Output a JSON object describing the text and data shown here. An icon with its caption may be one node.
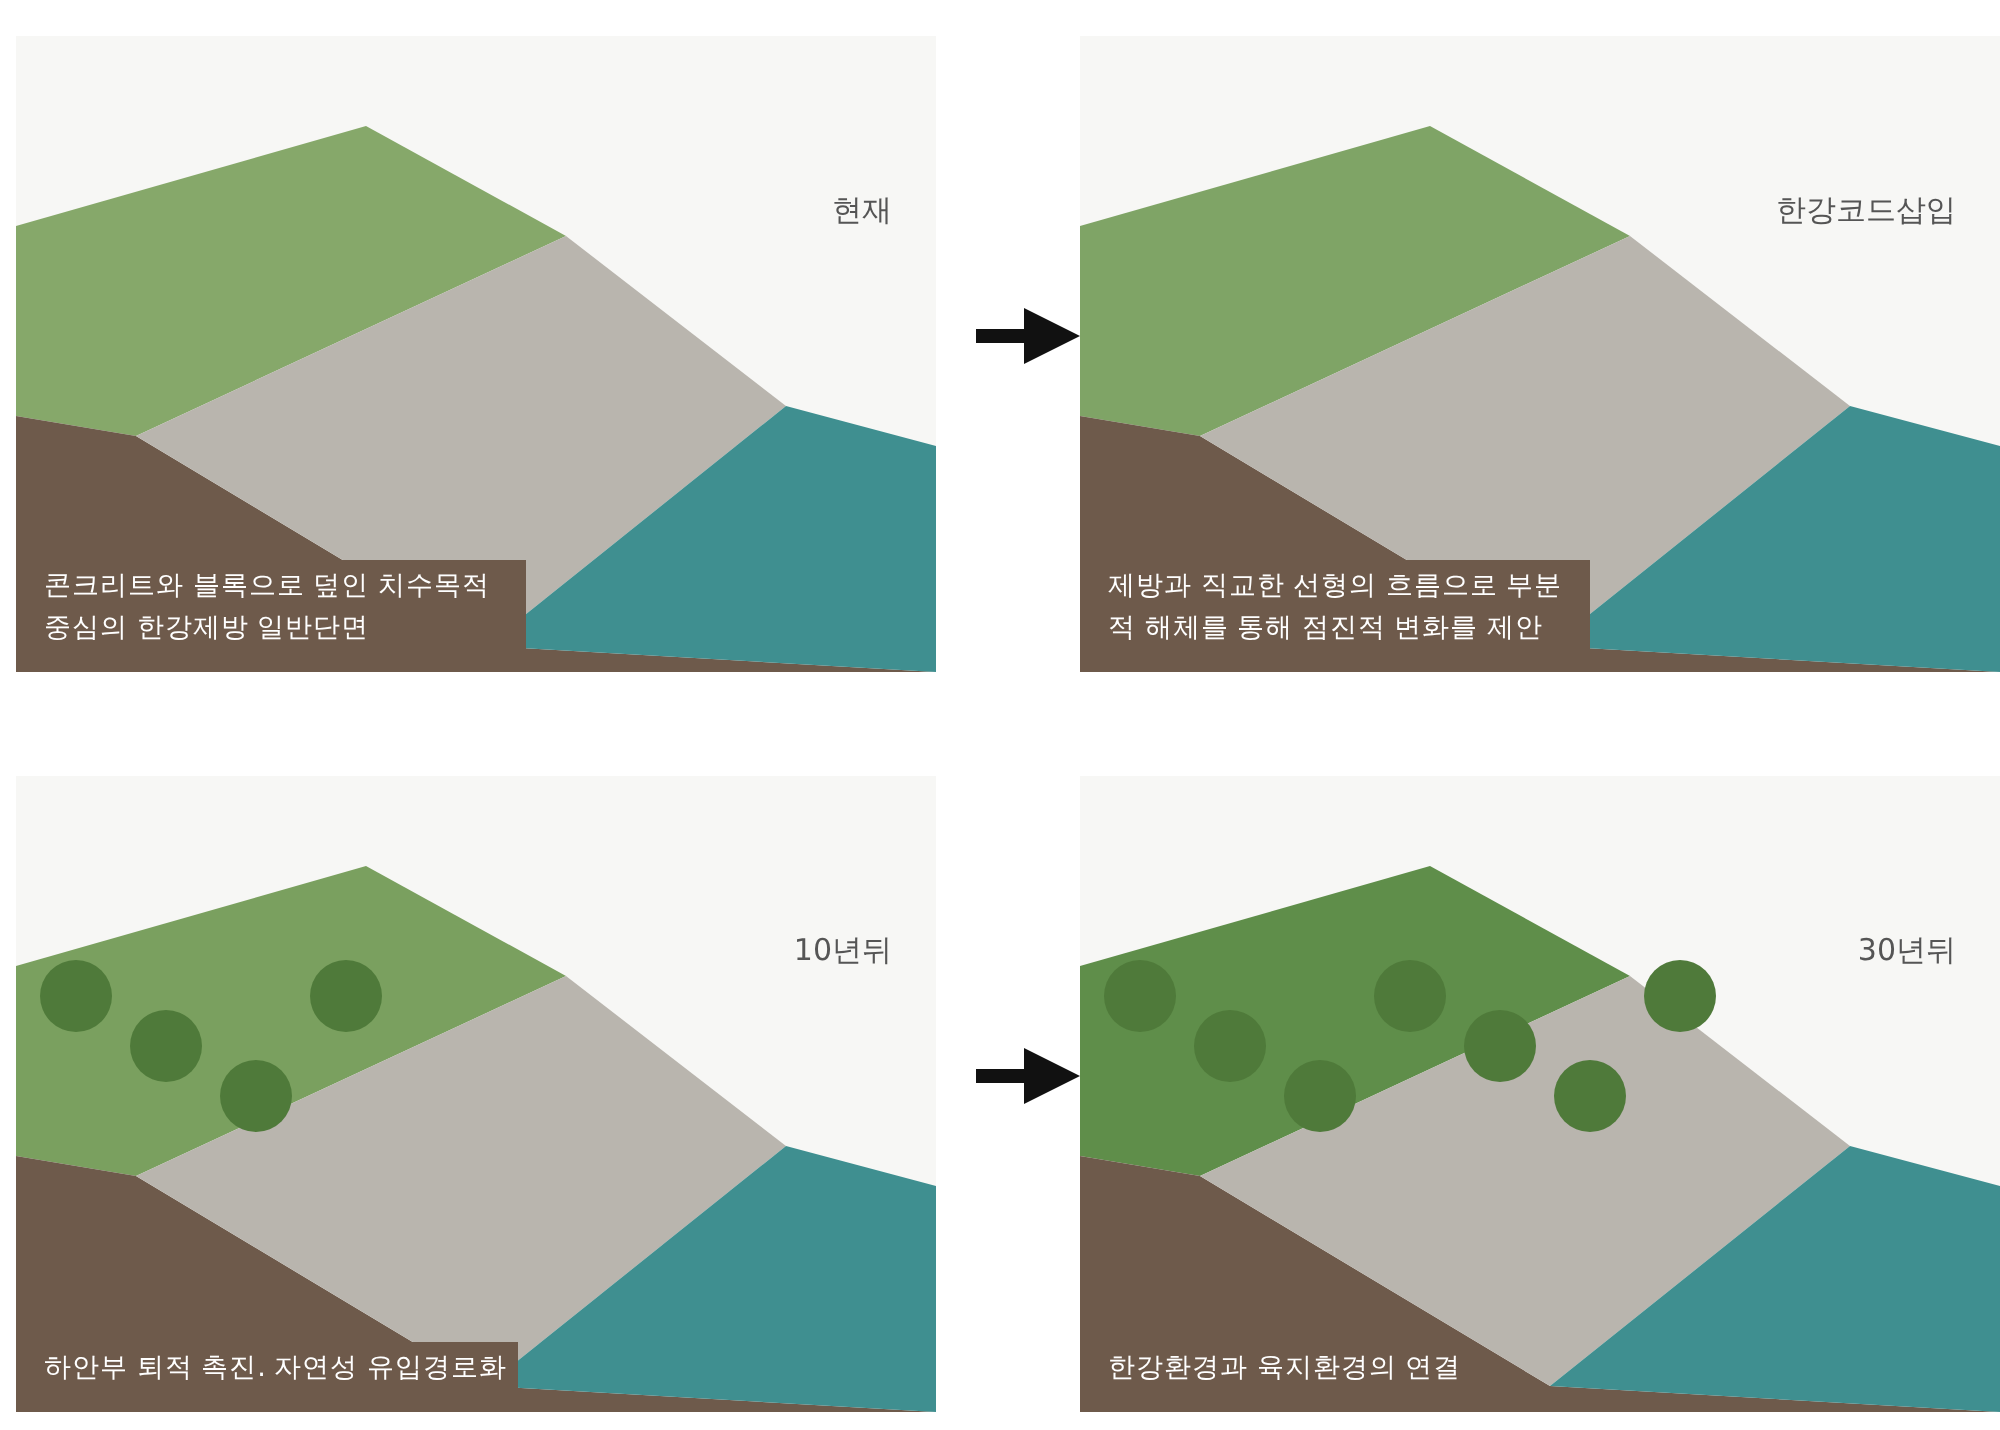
{
  "diagram": {
    "nodes": [
      {
        "text": [
          "현재",
          "콘크리트와 블록으로 덮인 치수목적 중심의 한강제방 일반단면"
        ]
      },
      {
        "text": [
          "한강코드삽입",
          "제방과 직교한 선형의 흐름으로 부분적 해체를 통해 점진적 변화를 제안"
        ]
      },
      {
        "text": [
          "10년뒤",
          "하안부 퇴적 촉진. 자연성 유입경로화"
        ]
      },
      {
        "text": [
          "30년뒤",
          "한강환경과 육지환경의 연결"
        ]
      }
    ],
    "edges": [
      {
        "from": 0,
        "to": 1,
        "arrow": "to"
      },
      {
        "from": 2,
        "to": 3,
        "arrow": "to"
      }
    ]
  }
}
